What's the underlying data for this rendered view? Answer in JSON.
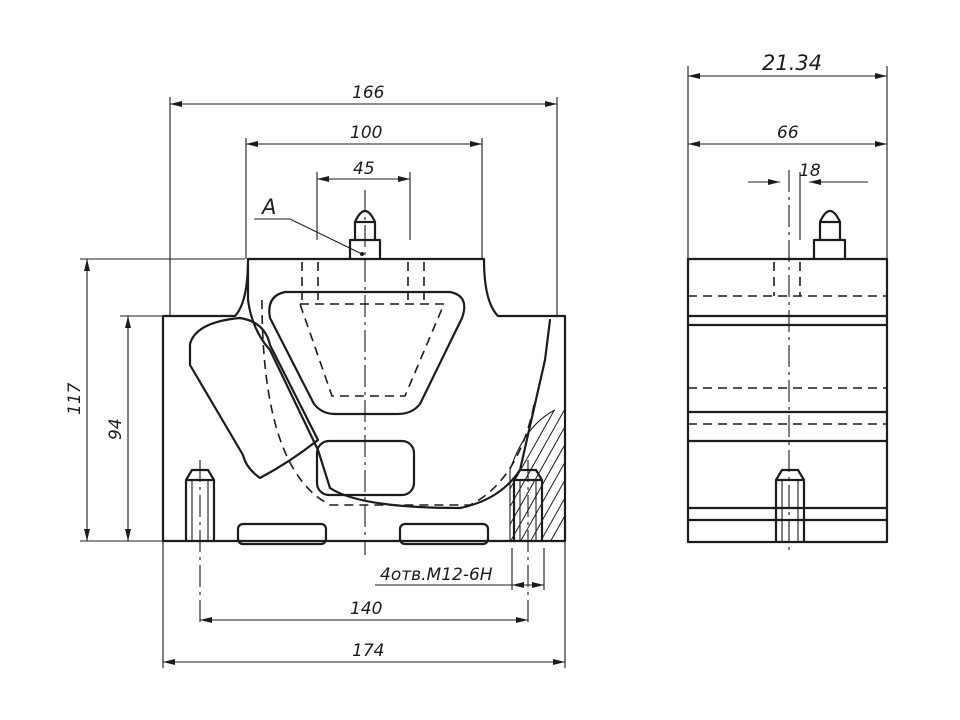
{
  "drawing": {
    "front_view": {
      "dimensions": {
        "overall_top_width": "166",
        "upper_width": "100",
        "pin_spacing": "45",
        "overall_height": "117",
        "inner_height": "94",
        "hole_spacing": "140",
        "base_width": "174"
      },
      "callout_letter": "A",
      "hole_note": "4отв.М12-6Н"
    },
    "side_view": {
      "dimensions": {
        "overall_width": "21.34",
        "body_width": "66",
        "pin_width": "18"
      }
    }
  }
}
